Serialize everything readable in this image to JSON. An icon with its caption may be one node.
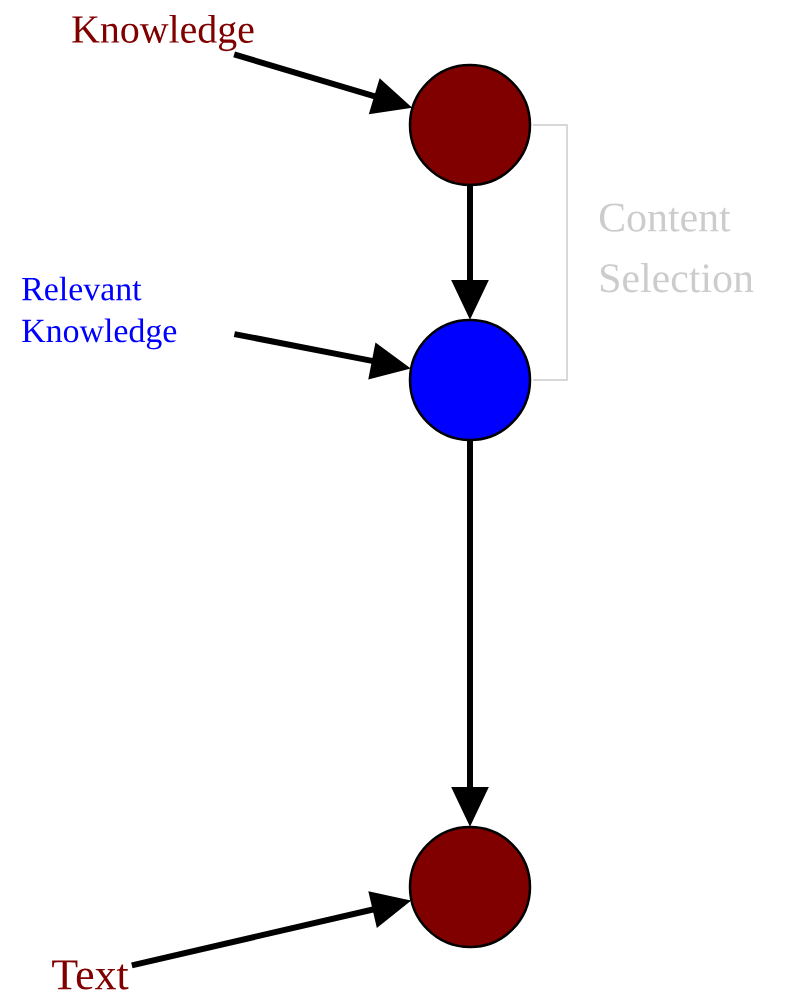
{
  "diagram": {
    "nodes": [
      {
        "text": [
          "Knowledge"
        ]
      },
      {
        "text": [],
        "shape": "circle"
      },
      {
        "text": [
          "Relevant Knowledge"
        ]
      },
      {
        "text": [],
        "shape": "circle"
      },
      {
        "text": [],
        "shape": "circle"
      },
      {
        "text": [
          "Text"
        ]
      }
    ],
    "edges": [
      {
        "from": 0,
        "to": 1,
        "arrow": "to"
      },
      {
        "from": 1,
        "to": 3,
        "arrow": "to"
      },
      {
        "from": 2,
        "to": 3,
        "arrow": "to"
      },
      {
        "from": 3,
        "to": 4,
        "arrow": "to"
      },
      {
        "from": 5,
        "to": 4,
        "arrow": "to"
      }
    ],
    "labels": [
      "Content Selection"
    ]
  }
}
